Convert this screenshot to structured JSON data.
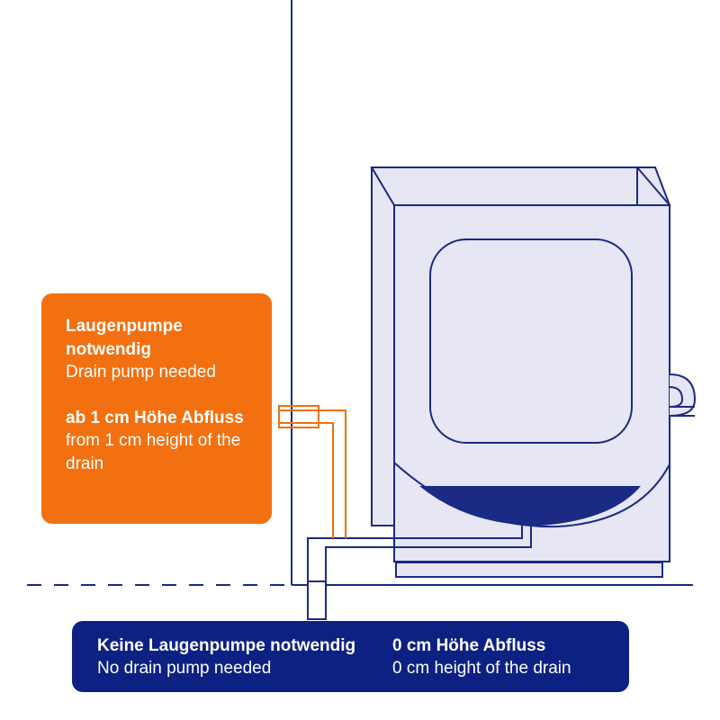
{
  "pump_needed": {
    "heading": "Laugenpumpe notwendig",
    "heading_en": "Drain pump needed",
    "height_heading": "ab 1 cm Höhe Abfluss",
    "height_en": "from 1 cm height of the drain"
  },
  "no_pump_needed": {
    "heading": "Keine Laugenpumpe notwendig",
    "heading_en": "No drain pump needed",
    "height_heading": "0 cm Höhe Abfluss",
    "height_en": "0 cm height of the drain"
  },
  "colors": {
    "line": "#1b2a85",
    "machine_fill": "#e6e6f4",
    "water": "#1b2a85",
    "orange": "#f2700f",
    "navy": "#0d2183"
  }
}
